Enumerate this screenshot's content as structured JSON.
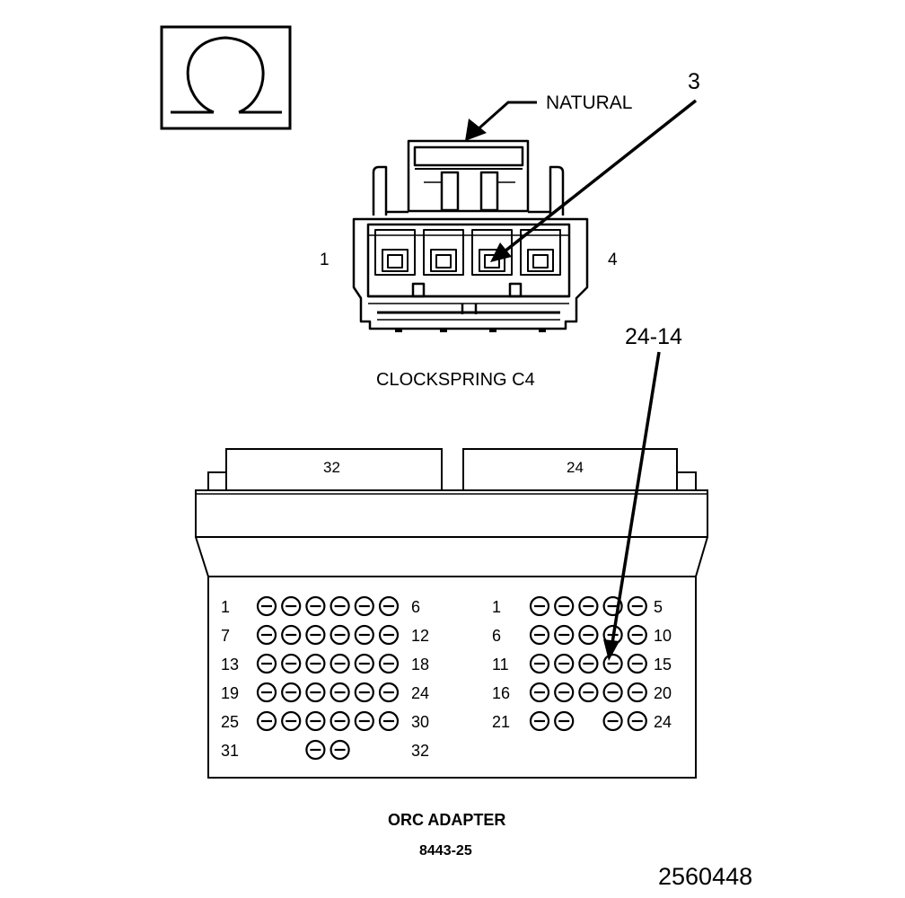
{
  "clockspring": {
    "color_label": "NATURAL",
    "pin_left": "1",
    "pin_right": "4",
    "callout": "3",
    "caption": "CLOCKSPRING C4"
  },
  "adapter": {
    "callout": "24-14",
    "left_header": "32",
    "right_header": "24",
    "left_rows": [
      {
        "start": "1",
        "end": "6",
        "cavities": [
          1,
          1,
          1,
          1,
          1,
          1
        ]
      },
      {
        "start": "7",
        "end": "12",
        "cavities": [
          1,
          1,
          1,
          1,
          1,
          1
        ]
      },
      {
        "start": "13",
        "end": "18",
        "cavities": [
          1,
          1,
          1,
          1,
          1,
          1
        ]
      },
      {
        "start": "19",
        "end": "24",
        "cavities": [
          1,
          1,
          1,
          1,
          1,
          1
        ]
      },
      {
        "start": "25",
        "end": "30",
        "cavities": [
          1,
          1,
          1,
          1,
          1,
          1
        ]
      },
      {
        "start": "31",
        "end": "32",
        "cavities": [
          0,
          0,
          1,
          1,
          0,
          0
        ]
      }
    ],
    "right_rows": [
      {
        "start": "1",
        "end": "5",
        "cavities": [
          1,
          1,
          1,
          1,
          1
        ]
      },
      {
        "start": "6",
        "end": "10",
        "cavities": [
          1,
          1,
          1,
          1,
          1
        ]
      },
      {
        "start": "11",
        "end": "15",
        "cavities": [
          1,
          1,
          1,
          1,
          1
        ]
      },
      {
        "start": "16",
        "end": "20",
        "cavities": [
          1,
          1,
          1,
          1,
          1
        ]
      },
      {
        "start": "21",
        "end": "24",
        "cavities": [
          1,
          1,
          0,
          1,
          1
        ]
      }
    ],
    "title": "ORC ADAPTER",
    "part_number": "8443-25"
  },
  "figure_number": "2560448",
  "icons": {
    "omega": "omega-symbol-icon"
  }
}
